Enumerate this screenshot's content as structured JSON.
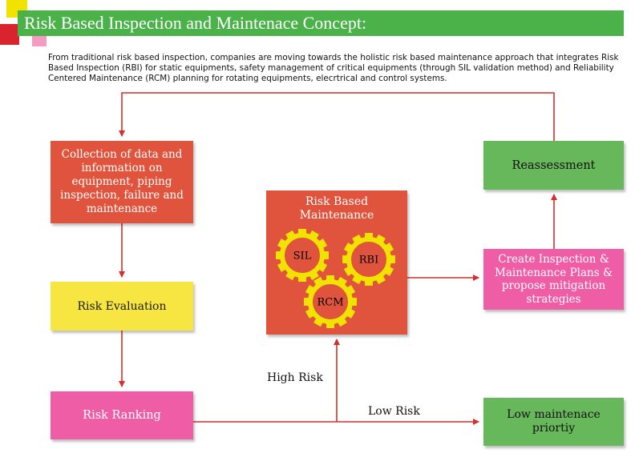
{
  "title": "Risk Based Inspection and Maintenace Concept:",
  "intro_lines": [
    "From traditional risk based inspection, companies are moving towards the holistic risk based maintenance approach that integrates Risk",
    "Based Inspection (RBI) for static equipments, safety management of critical equipments (through SIL validation method) and Reliability",
    "Centered Maintenance (RCM) planning for rotating equipments, elecrtrical and control systems."
  ],
  "nodes": {
    "collection": "Collection of data and information on equipment, piping inspection, failure and maintenance",
    "evaluation": "Risk Evaluation",
    "ranking": "Risk Ranking",
    "rbm_title": "Risk Based Maintenance",
    "plans": "Create Inspection & Maintenance Plans & propose mitigation strategies",
    "reassessment": "Reassessment",
    "low_priority": "Low maintenace priortiy"
  },
  "gears": {
    "sil": "SIL",
    "rbi": "RBI",
    "rcm": "RCM"
  },
  "edge_labels": {
    "high_risk": "High Risk",
    "low_risk": "Low Risk"
  },
  "colors": {
    "title_green": "#4bb24a",
    "red_box": "#e0543d",
    "yellow_box": "#f7e542",
    "pink_box": "#ef5da7",
    "green_box": "#67b85a",
    "gear_yellow": "#f2e200",
    "arrow": "#d32f2f"
  }
}
